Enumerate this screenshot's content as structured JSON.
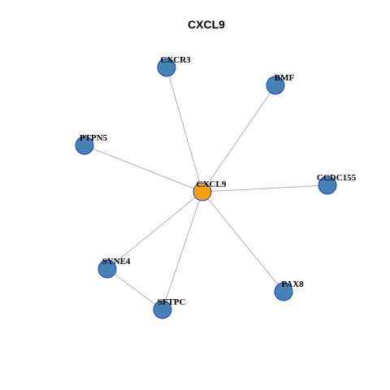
{
  "title": "CXCL9",
  "colors": {
    "center_node": "#f5a011",
    "neighbor_node": "#4682b4",
    "node_border": "#1f3fbf",
    "edge": "#b0b0b0"
  },
  "nodes": [
    {
      "id": "CXCL9",
      "label": "CXCL9",
      "role": "center"
    },
    {
      "id": "CXCR3",
      "label": "CXCR3",
      "role": "neighbor"
    },
    {
      "id": "BMF",
      "label": "BMF",
      "role": "neighbor"
    },
    {
      "id": "PTPN5",
      "label": "PTPN5",
      "role": "neighbor"
    },
    {
      "id": "CCDC155",
      "label": "CCDC155",
      "role": "neighbor"
    },
    {
      "id": "SYNE4",
      "label": "SYNE4",
      "role": "neighbor"
    },
    {
      "id": "PAX8",
      "label": "PAX8",
      "role": "neighbor"
    },
    {
      "id": "SFTPC",
      "label": "SFTPC",
      "role": "neighbor"
    }
  ],
  "edges": [
    {
      "source": "CXCL9",
      "target": "CXCR3"
    },
    {
      "source": "CXCL9",
      "target": "BMF"
    },
    {
      "source": "CXCL9",
      "target": "PTPN5"
    },
    {
      "source": "CXCL9",
      "target": "CCDC155"
    },
    {
      "source": "CXCL9",
      "target": "SYNE4"
    },
    {
      "source": "CXCL9",
      "target": "PAX8"
    },
    {
      "source": "CXCL9",
      "target": "SFTPC"
    },
    {
      "source": "SYNE4",
      "target": "SFTPC"
    }
  ]
}
